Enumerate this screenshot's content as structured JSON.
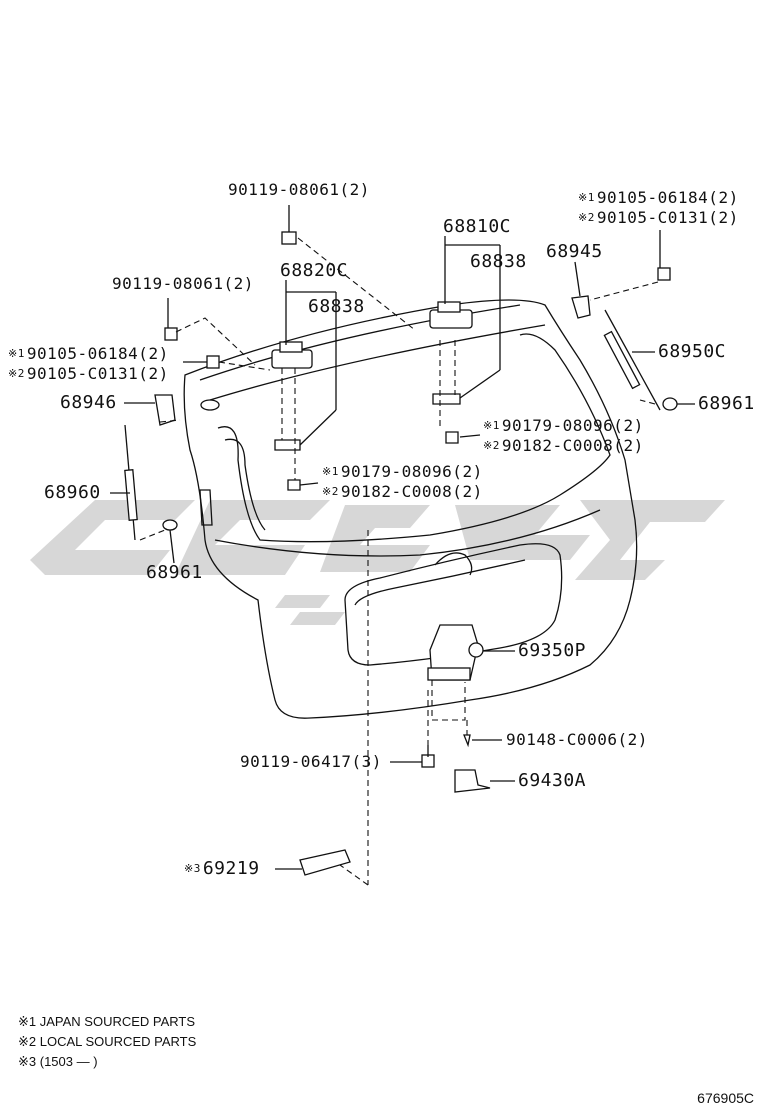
{
  "labels": {
    "bolt_top": "90119-08061(2)",
    "screw_top_j": "90105-06184(2)",
    "screw_top_l": "90105-C0131(2)",
    "hinge_right": "68810C",
    "plate_right": "68838",
    "stay_bracket_right": "68945",
    "bolt_left": "90119-08061(2)",
    "hinge_left": "68820C",
    "plate_left": "68838",
    "screw_left_j": "90105-06184(2)",
    "screw_left_l": "90105-C0131(2)",
    "stay_right": "68950C",
    "bracket_left": "68946",
    "clip_right": "68961",
    "nut_right_j": "90179-08096(2)",
    "nut_right_l": "90182-C0008(2)",
    "nut_left_j": "90179-08096(2)",
    "nut_left_l": "90182-C0008(2)",
    "stay_left": "68960",
    "clip_left": "68961",
    "lock": "69350P",
    "screw_lock": "90148-C0006(2)",
    "bolt_lock": "90119-06417(3)",
    "striker": "69430A",
    "switch": "69219"
  },
  "marks": {
    "m1": "※1",
    "m2": "※2",
    "m3": "※3"
  },
  "notes": {
    "n1": "※1 JAPAN SOURCED PARTS",
    "n2": "※2 LOCAL SOURCED PARTS",
    "n3": "※3 (1503 —      )"
  },
  "reference": "676905C"
}
